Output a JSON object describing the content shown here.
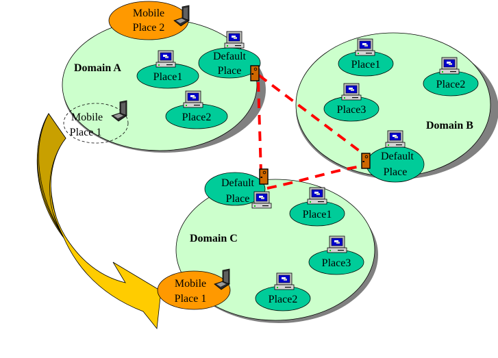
{
  "diagram": {
    "colors": {
      "domain_fill": "#ccffcc",
      "place_fill": "#00cc99",
      "mobile_fill": "#ff9900",
      "door_fill": "#cc6600",
      "link_color": "#ff0000",
      "arrow_top": "#c8a000",
      "arrow_bottom": "#ffcc00",
      "shadow": "#808080"
    },
    "domains": [
      {
        "label": "Domain A",
        "places": [
          {
            "label": "Place1"
          },
          {
            "label": "Place2"
          },
          {
            "label_line1": "Default",
            "label_line2": "Place"
          }
        ],
        "mobile_places": [
          {
            "label_line1": "Mobile",
            "label_line2": "Place 2"
          },
          {
            "label_line1": "Mobile",
            "label_line2": "Place 1",
            "state": "departed"
          }
        ]
      },
      {
        "label": "Domain B",
        "places": [
          {
            "label": "Place1"
          },
          {
            "label": "Place2"
          },
          {
            "label": "Place3"
          },
          {
            "label_line1": "Default",
            "label_line2": "Place"
          }
        ]
      },
      {
        "label": "Domain C",
        "places": [
          {
            "label": "Place1"
          },
          {
            "label": "Place2"
          },
          {
            "label": "Place3"
          },
          {
            "label_line1": "Default",
            "label_line2": "Place"
          }
        ],
        "mobile_places": [
          {
            "label_line1": "Mobile",
            "label_line2": "Place 1",
            "state": "arrived"
          }
        ]
      }
    ],
    "links": [
      {
        "from": "Domain A Default Place",
        "to": "Domain B Default Place"
      },
      {
        "from": "Domain A Default Place",
        "to": "Domain C Default Place"
      },
      {
        "from": "Domain C Default Place",
        "to": "Domain B Default Place"
      }
    ],
    "migration": {
      "from": "Domain A Mobile Place 1",
      "to": "Domain C Mobile Place 1"
    }
  }
}
